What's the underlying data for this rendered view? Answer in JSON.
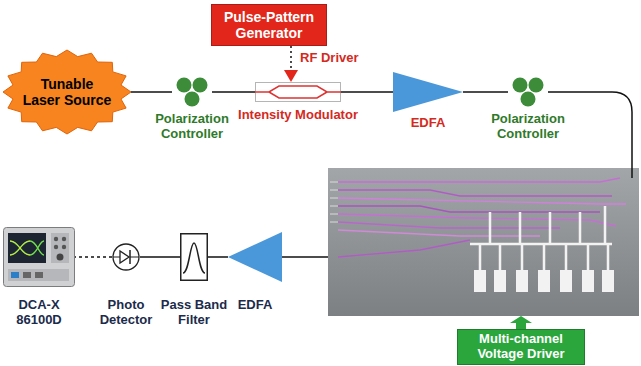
{
  "diagram": {
    "nodes": [
      {
        "text": [
          "Tunable Laser Source"
        ]
      },
      {
        "text": [
          "Pulse-Pattern Generator"
        ]
      },
      {
        "text": [
          "Polarization Controller"
        ]
      },
      {
        "text": [
          "Intensity Modulator"
        ]
      },
      {
        "text": [
          "EDFA"
        ]
      },
      {
        "text": [
          "Polarization Controller"
        ]
      },
      {
        "text": [
          "Multi-channel Voltage Driver"
        ]
      },
      {
        "text": [
          "EDFA"
        ]
      },
      {
        "text": [
          "Pass Band Filter"
        ]
      },
      {
        "text": [
          "Photo Detector"
        ]
      },
      {
        "text": [
          "DCA-X 86100D"
        ]
      }
    ],
    "edges": [
      {
        "from": 0,
        "to": 2,
        "arrow": "none"
      },
      {
        "from": 2,
        "to": 3,
        "arrow": "none"
      },
      {
        "from": 3,
        "to": 4,
        "arrow": "none"
      },
      {
        "from": 4,
        "to": 5,
        "arrow": "none"
      },
      {
        "from": 1,
        "to": 3,
        "arrow": "to"
      },
      {
        "from": 7,
        "to": 8,
        "arrow": "none"
      },
      {
        "from": 8,
        "to": 9,
        "arrow": "none"
      },
      {
        "from": 9,
        "to": 10,
        "arrow": "none"
      }
    ],
    "labels": [
      "RF Driver"
    ]
  }
}
